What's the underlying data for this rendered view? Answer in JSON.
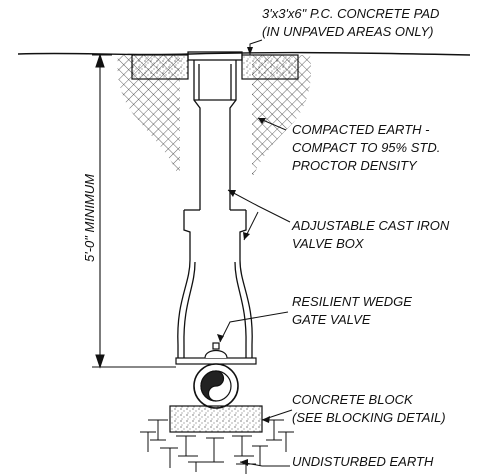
{
  "diagram": {
    "type": "valve-installation-detail",
    "labels": {
      "pad_line1": "3'x3'x6\" P.C. CONCRETE PAD",
      "pad_line2": "(IN UNPAVED AREAS ONLY)",
      "earth_line1": "COMPACTED EARTH -",
      "earth_line2": "COMPACT TO 95% STD.",
      "earth_line3": "PROCTOR DENSITY",
      "box_line1": "ADJUSTABLE CAST IRON",
      "box_line2": "VALVE BOX",
      "valve_line1": "RESILIENT WEDGE",
      "valve_line2": "GATE VALVE",
      "block_line1": "CONCRETE BLOCK",
      "block_line2": "(SEE BLOCKING DETAIL)",
      "undisturbed": "UNDISTURBED EARTH",
      "depth": "5'-0\" MINIMUM"
    },
    "colors": {
      "line": "#111111",
      "paper": "#ffffff"
    }
  }
}
